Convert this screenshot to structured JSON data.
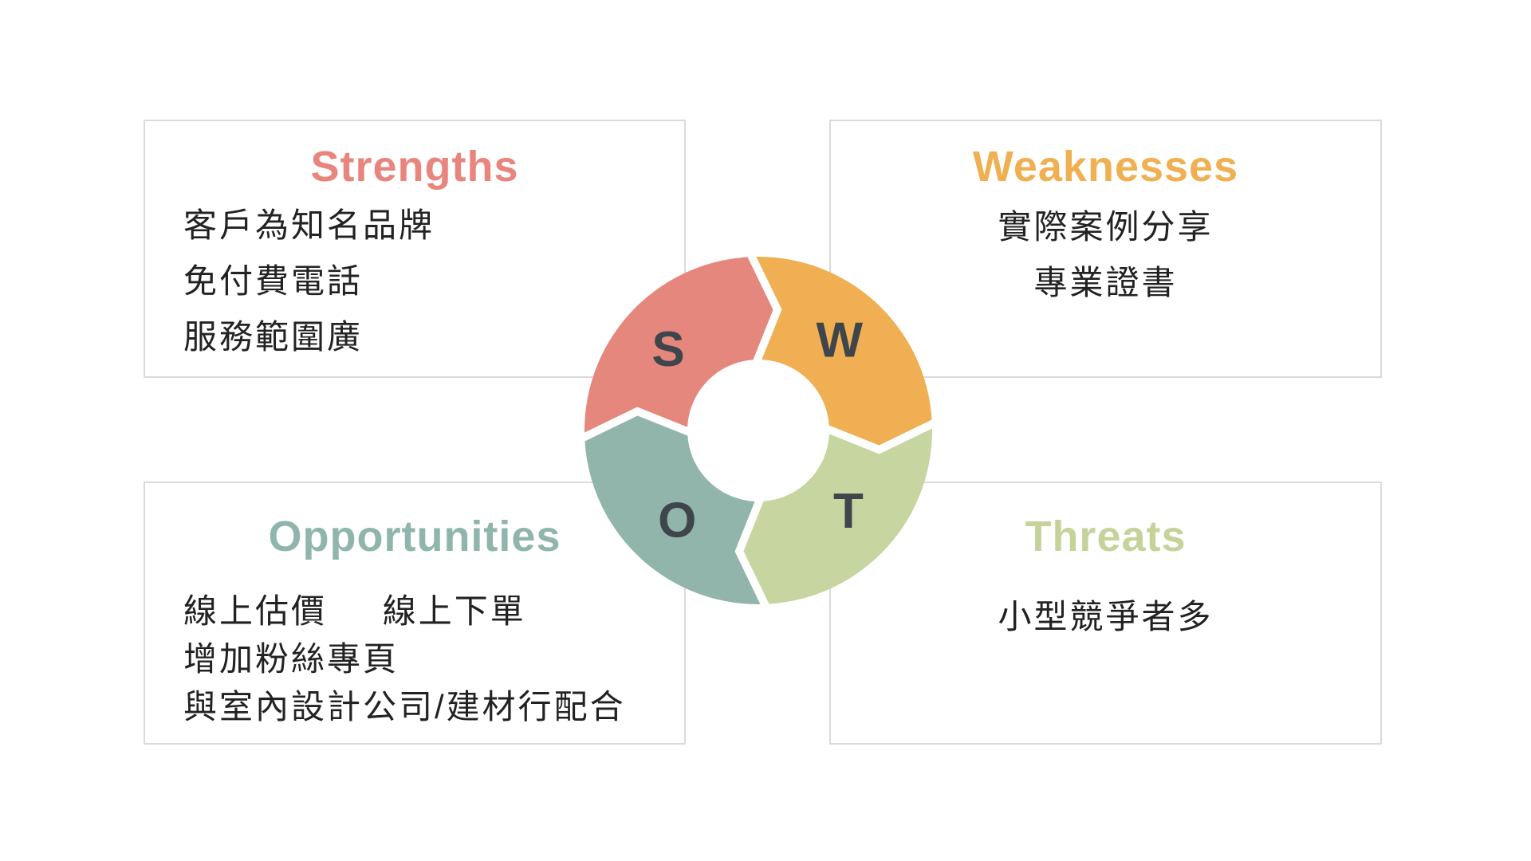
{
  "page": {
    "background": "#FFFFFF"
  },
  "colors": {
    "strengths": "#E8857D",
    "weaknesses": "#F0B052",
    "opportunities": "#8FB5AC",
    "threats": "#C5D39B",
    "box_border": "#DADADA",
    "body_text": "#222222"
  },
  "boxes": {
    "strengths": {
      "title": "Strengths",
      "items": [
        "客戶為知名品牌",
        "免付費電話",
        "服務範圍廣"
      ]
    },
    "weaknesses": {
      "title": "Weaknesses",
      "items": [
        "實際案例分享",
        "專業證書"
      ]
    },
    "opportunities": {
      "title": "Opportunities",
      "items": [
        "線上估價",
        "線上下單",
        "增加粉絲專頁",
        "與室內設計公司/建材行配合"
      ]
    },
    "threats": {
      "title": "Threats",
      "items": [
        "小型競爭者多"
      ]
    }
  },
  "wheel": {
    "letter_color": "#3E454B",
    "segments": [
      {
        "letter": "S",
        "color": "#E5877D"
      },
      {
        "letter": "W",
        "color": "#EFAF52"
      },
      {
        "letter": "T",
        "color": "#C7D5A0"
      },
      {
        "letter": "O",
        "color": "#92B5AB"
      }
    ]
  }
}
